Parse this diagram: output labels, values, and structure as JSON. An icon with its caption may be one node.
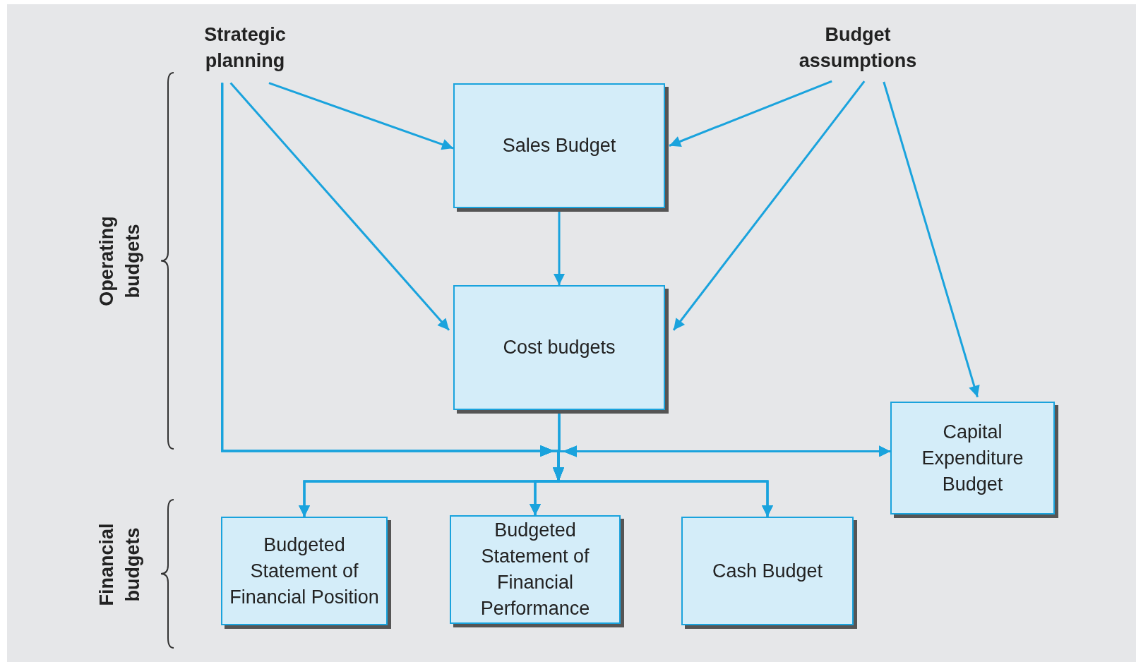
{
  "diagram": {
    "nodes": [
      {
        "text": [
          "Strategic planning"
        ]
      },
      {
        "text": [
          "Budget assumptions"
        ]
      },
      {
        "text": [
          "Sales Budget"
        ]
      },
      {
        "text": [
          "Cost budgets"
        ]
      },
      {
        "text": [
          "Capital Expenditure Budget"
        ]
      },
      {
        "text": [
          "Budgeted Statement of Financial Position"
        ]
      },
      {
        "text": [
          "Budgeted Statement of Financial Performance"
        ]
      },
      {
        "text": [
          "Cash Budget"
        ]
      }
    ],
    "edges": [
      {
        "from": 0,
        "to": 2,
        "arrow": "to"
      },
      {
        "from": 0,
        "to": 3,
        "arrow": "to"
      },
      {
        "from": 1,
        "to": 2,
        "arrow": "to"
      },
      {
        "from": 1,
        "to": 3,
        "arrow": "to"
      },
      {
        "from": 1,
        "to": 4,
        "arrow": "to"
      },
      {
        "from": 2,
        "to": 3,
        "arrow": "to"
      },
      {
        "from": 0,
        "to": 5,
        "arrow": "to"
      },
      {
        "from": 0,
        "to": 6,
        "arrow": "to"
      },
      {
        "from": 0,
        "to": 7,
        "arrow": "to"
      },
      {
        "from": 3,
        "to": 5,
        "arrow": "to"
      },
      {
        "from": 3,
        "to": 6,
        "arrow": "to"
      },
      {
        "from": 3,
        "to": 7,
        "arrow": "to"
      },
      {
        "from": 4,
        "to": 5,
        "arrow": "both"
      },
      {
        "from": 4,
        "to": 6,
        "arrow": "both"
      },
      {
        "from": 4,
        "to": 7,
        "arrow": "both"
      }
    ],
    "labels": [
      "Operating budgets",
      "Financial budgets"
    ]
  }
}
